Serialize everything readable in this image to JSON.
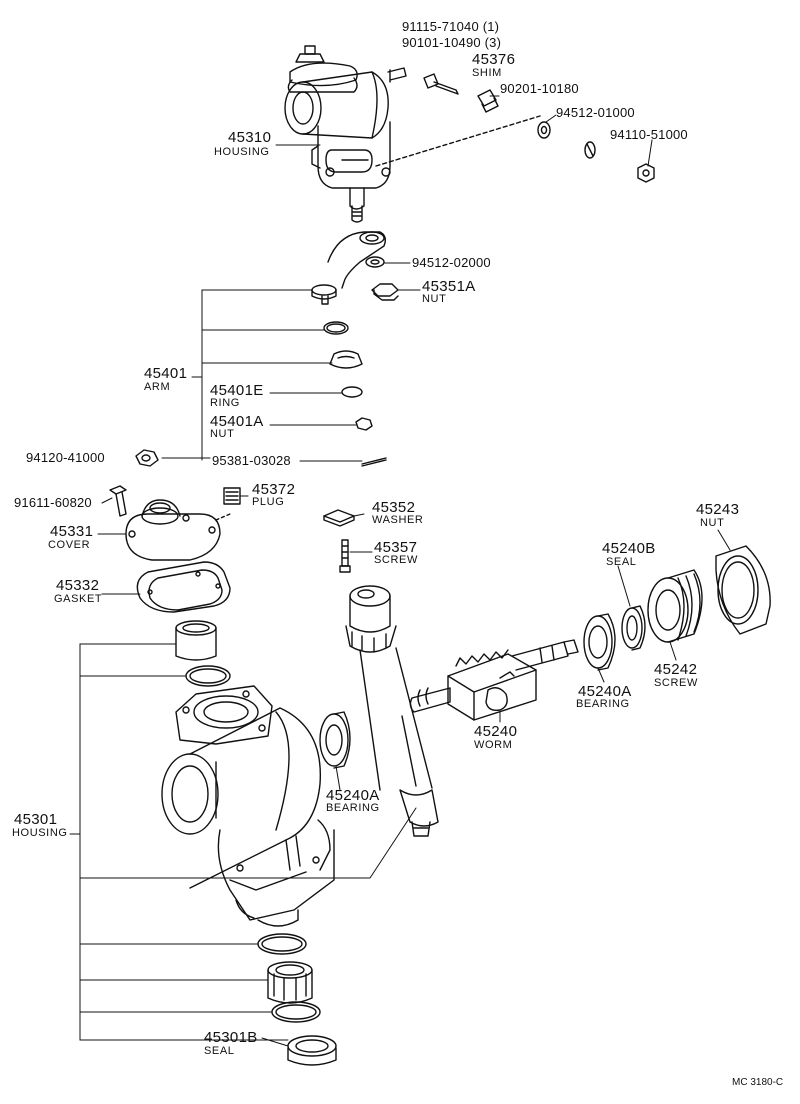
{
  "parts": {
    "p91115": "91115-71040 (1)",
    "p90101": "90101-10490 (3)",
    "p45376": "45376",
    "p45376_name": "SHIM",
    "p90201": "90201-10180",
    "p94512_01": "94512-01000",
    "p94110": "94110-51000",
    "p45310": "45310",
    "p45310_name": "HOUSING",
    "p94512_02": "94512-02000",
    "p45351A": "45351A",
    "p45351A_name": "NUT",
    "p45401": "45401",
    "p45401_name": "ARM",
    "p45401E": "45401E",
    "p45401E_name": "RING",
    "p45401A": "45401A",
    "p45401A_name": "NUT",
    "p94120": "94120-41000",
    "p95381": "95381-03028",
    "p91611": "91611-60820",
    "p45372": "45372",
    "p45372_name": "PLUG",
    "p45352": "45352",
    "p45352_name": "WASHER",
    "p45243": "45243",
    "p45243_name": "NUT",
    "p45331": "45331",
    "p45331_name": "COVER",
    "p45357": "45357",
    "p45357_name": "SCREW",
    "p45240B": "45240B",
    "p45240B_name": "SEAL",
    "p45332": "45332",
    "p45332_name": "GASKET",
    "p45242": "45242",
    "p45242_name": "SCREW",
    "p45240A_r": "45240A",
    "p45240A_r_name": "BEARING",
    "p45240": "45240",
    "p45240_name": "WORM",
    "p45240A_l": "45240A",
    "p45240A_l_name": "BEARING",
    "p45301": "45301",
    "p45301_name": "HOUSING",
    "p45301B": "45301B",
    "p45301B_name": "SEAL"
  },
  "footer": {
    "code": "MC 3180-C"
  }
}
